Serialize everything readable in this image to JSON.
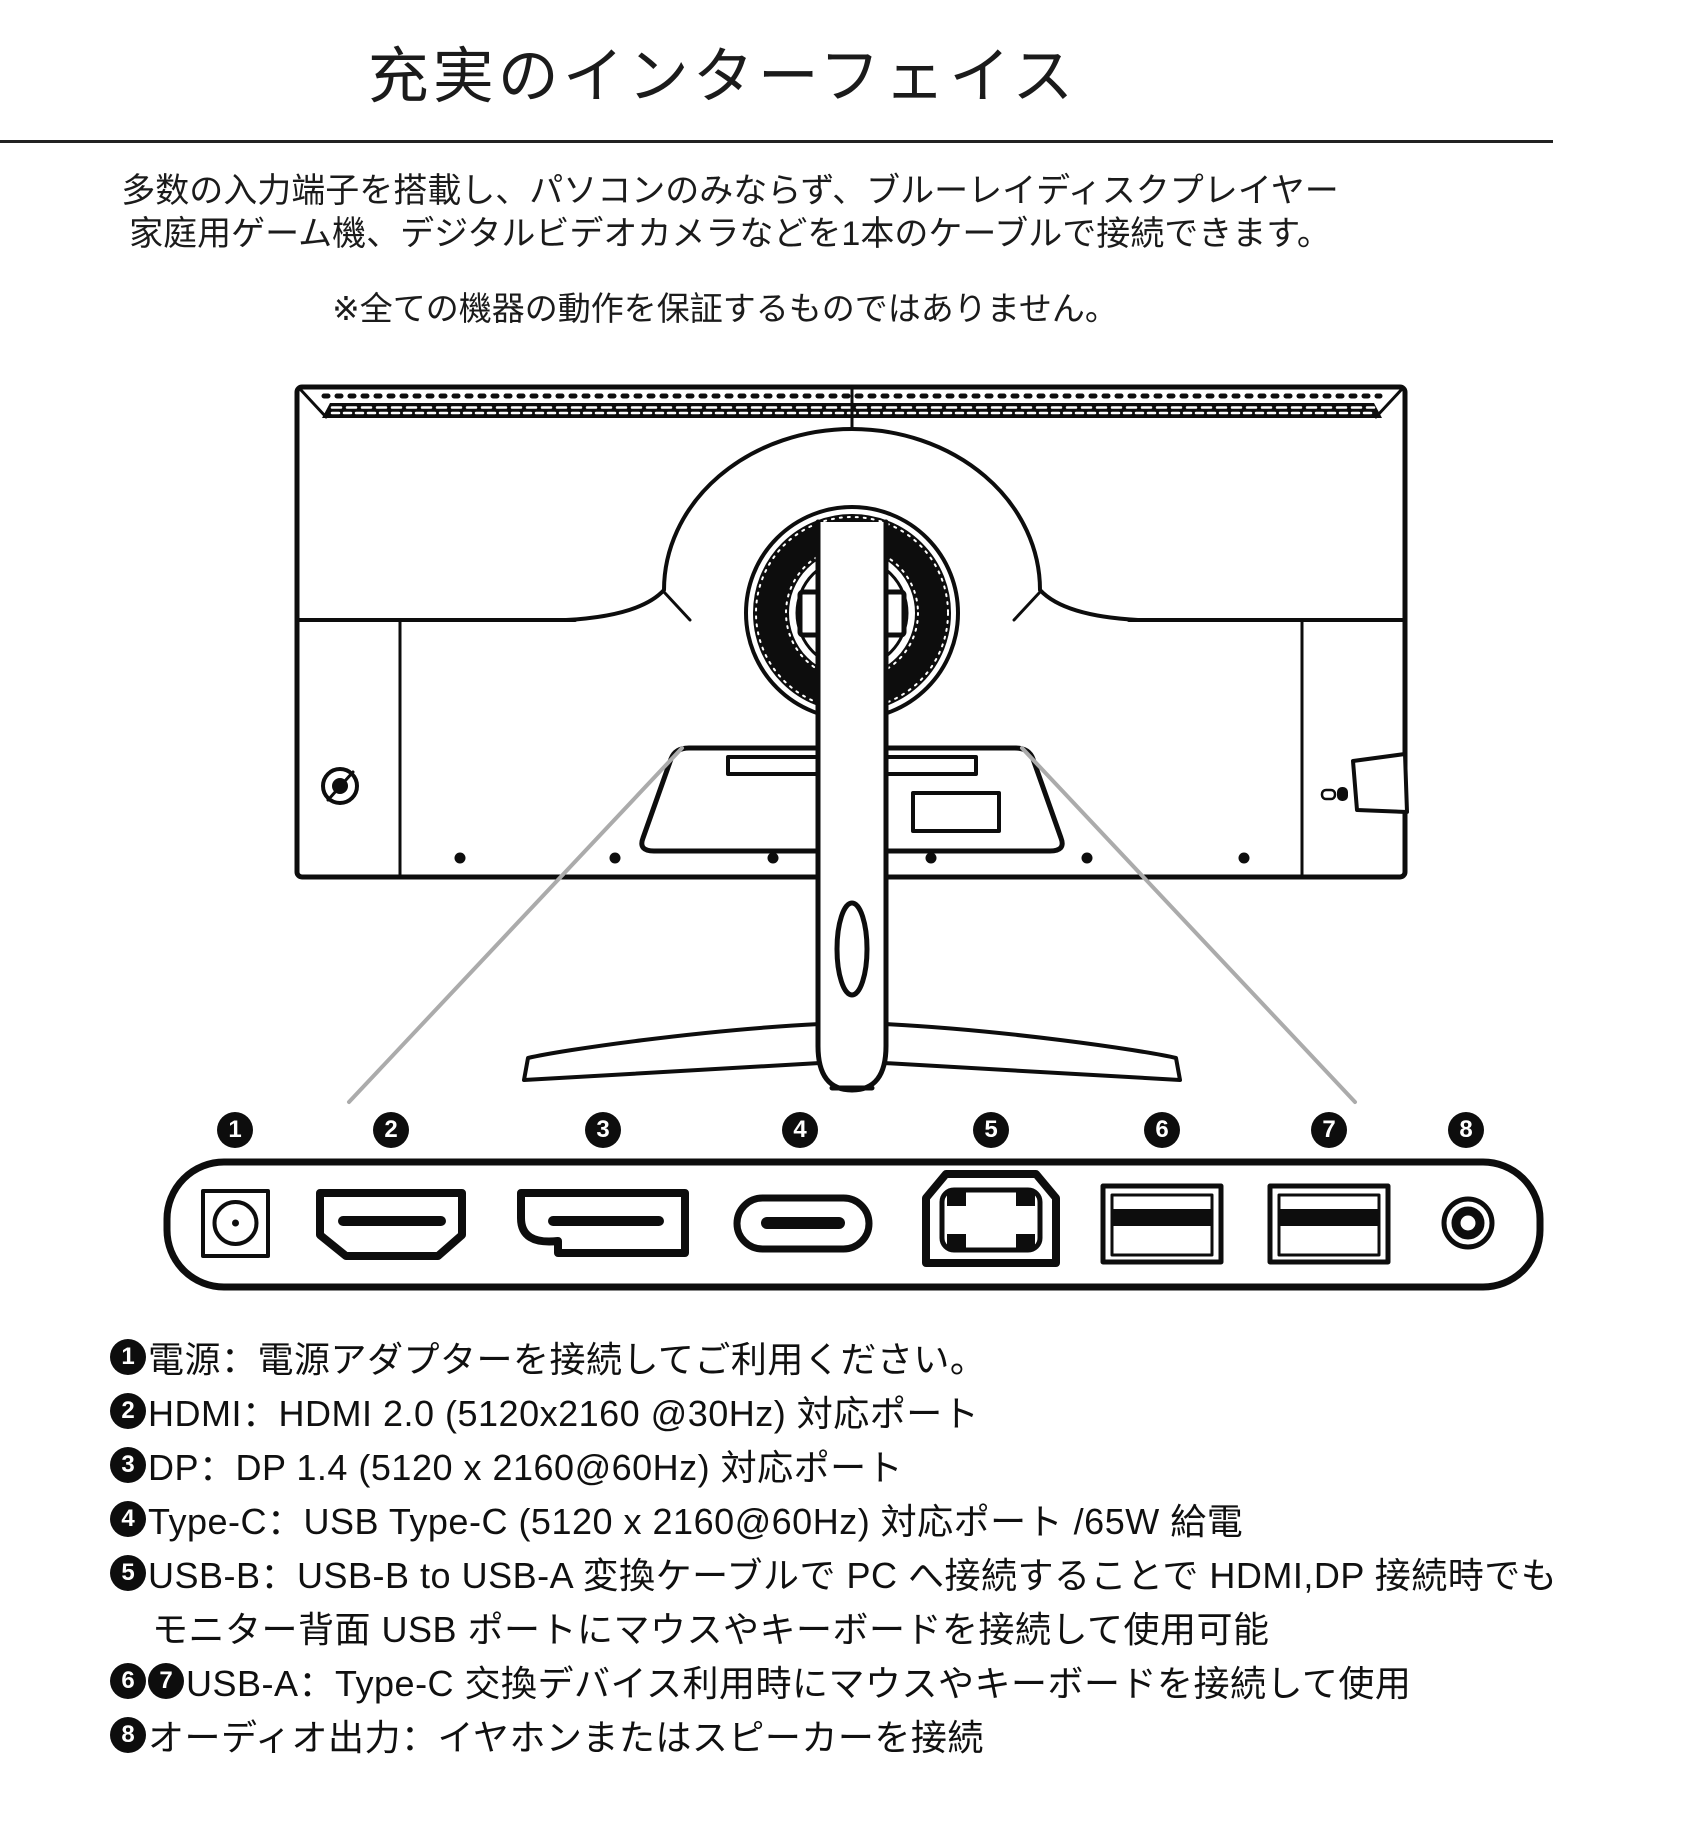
{
  "header": {
    "title": "充実のインターフェイス"
  },
  "intro": {
    "line1": "多数の入力端子を搭載し、パソコンのみならず、ブルーレイディスクプレイヤー",
    "line2": "家庭用ゲーム機、デジタルビデオカメラなどを1本のケーブルで接続できます。",
    "note": "※全ての機器の動作を保証するものではありません。"
  },
  "diagram": {
    "port_numbers": [
      "1",
      "2",
      "3",
      "4",
      "5",
      "6",
      "7",
      "8"
    ],
    "ports": [
      {
        "num": "1",
        "name": "dc-power-jack"
      },
      {
        "num": "2",
        "name": "hdmi-port"
      },
      {
        "num": "3",
        "name": "displayport-port"
      },
      {
        "num": "4",
        "name": "usb-type-c-port"
      },
      {
        "num": "5",
        "name": "usb-b-port"
      },
      {
        "num": "6",
        "name": "usb-a-port-1"
      },
      {
        "num": "7",
        "name": "usb-a-port-2"
      },
      {
        "num": "8",
        "name": "audio-out-jack"
      }
    ],
    "colors": {
      "line": "#0d0d0d",
      "leader_gray": "#ababab",
      "background": "#ffffff"
    }
  },
  "descriptions": [
    {
      "num": "1",
      "text": "電源：電源アダプターを接続してご利用ください。"
    },
    {
      "num": "2",
      "text": "HDMI：HDMI 2.0 (5120x2160 @30Hz) 対応ポート"
    },
    {
      "num": "3",
      "text": "DP：DP 1.4 (5120 x 2160@60Hz) 対応ポート"
    },
    {
      "num": "4",
      "text": "Type-C：USB Type-C (5120 x 2160@60Hz) 対応ポート /65W 給電"
    },
    {
      "num": "5",
      "text": "USB-B：USB-B to USB-A 変換ケーブルで PC へ接続することで HDMI,DP 接続時でも",
      "wrap": "モニター背面 USB ポートにマウスやキーボードを接続して使用可能"
    },
    {
      "num": "6",
      "num2": "7",
      "text": "USB-A：Type-C 交換デバイス利用時にマウスやキーボードを接続して使用"
    },
    {
      "num": "8",
      "text": "オーディオ出力：イヤホンまたはスピーカーを接続"
    }
  ]
}
